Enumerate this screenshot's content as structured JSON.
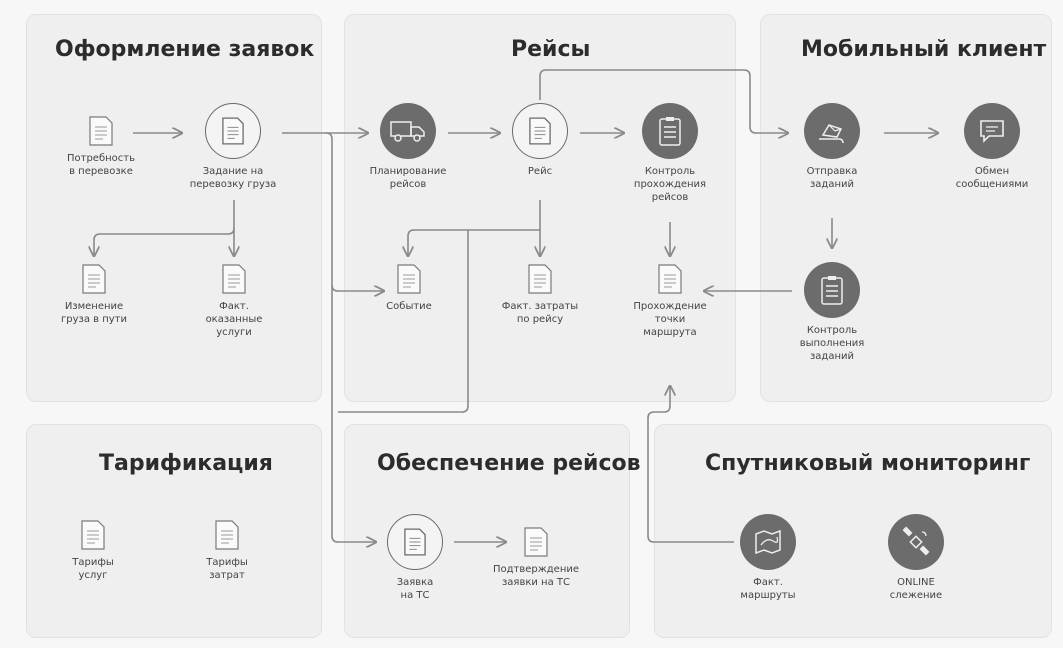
{
  "panels": {
    "orders": {
      "title": "Оформление заявок"
    },
    "trips": {
      "title": "Рейсы"
    },
    "mobile": {
      "title": "Мобильный клиент"
    },
    "tariff": {
      "title": "Тарификация"
    },
    "support": {
      "title": "Обеспечение рейсов"
    },
    "satellite": {
      "title": "Спутниковый мониторинг"
    }
  },
  "nodes": {
    "need": {
      "label": "Потребность\nв перевозке",
      "icon": "document-icon"
    },
    "task": {
      "label": "Задание на\nперевозку груза",
      "icon": "document-circle-icon"
    },
    "cargo_change": {
      "label": "Изменение\nгруза в пути",
      "icon": "document-icon"
    },
    "fact_services": {
      "label": "Факт.\nоказанные\nуслуги",
      "icon": "document-icon"
    },
    "planning": {
      "label": "Планирование\nрейсов",
      "icon": "truck-icon"
    },
    "trip": {
      "label": "Рейс",
      "icon": "document-circle-icon"
    },
    "trip_control": {
      "label": "Контроль\nпрохождения\nрейсов",
      "icon": "checklist-icon"
    },
    "event": {
      "label": "Событие",
      "icon": "document-icon"
    },
    "fact_costs": {
      "label": "Факт. затраты\nпо рейсу",
      "icon": "document-icon"
    },
    "route_point": {
      "label": "Прохождение\nточки\nмаршрута",
      "icon": "document-icon"
    },
    "send_tasks": {
      "label": "Отправка\nзаданий",
      "icon": "hand-envelope-icon"
    },
    "messaging": {
      "label": "Обмен\nсообщениями",
      "icon": "chat-icon"
    },
    "task_control": {
      "label": "Контроль\nвыполнения\nзаданий",
      "icon": "checklist-icon"
    },
    "tariff_services": {
      "label": "Тарифы\nуслуг",
      "icon": "document-icon"
    },
    "tariff_costs": {
      "label": "Тарифы\nзатрат",
      "icon": "document-icon"
    },
    "vehicle_request": {
      "label": "Заявка\nна ТС",
      "icon": "document-circle-icon"
    },
    "request_confirm": {
      "label": "Подтверждение\nзаявки на ТС",
      "icon": "document-icon"
    },
    "fact_routes": {
      "label": "Факт.\nмаршруты",
      "icon": "map-icon"
    },
    "online_tracking": {
      "label": "ONLINE\nслежение",
      "icon": "satellite-icon"
    }
  },
  "colors": {
    "line": "#8a8a8a",
    "panel": "#efefef",
    "icon_fill": "#6c6c6c"
  }
}
